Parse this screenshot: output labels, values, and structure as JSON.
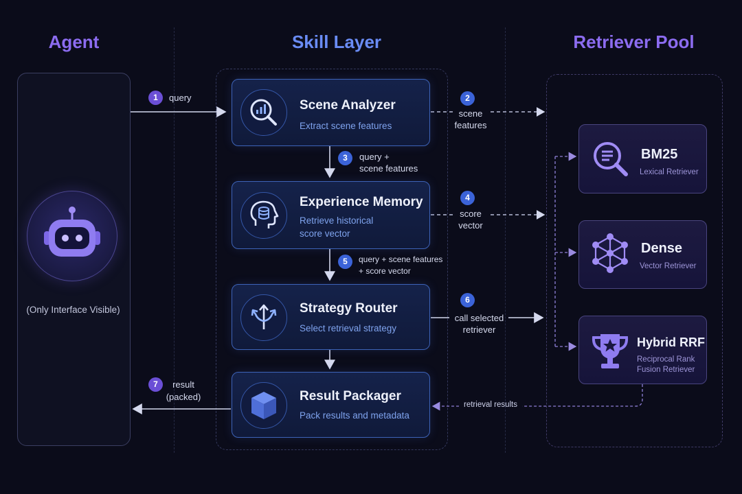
{
  "columns": {
    "agent": "Agent",
    "skill": "Skill Layer",
    "pool": "Retriever Pool"
  },
  "agent": {
    "caption": "(Only Interface Visible)",
    "icon": "robot-icon"
  },
  "skills": [
    {
      "title": "Scene Analyzer",
      "subtitle": "Extract scene features",
      "icon": "magnifier-chart-icon"
    },
    {
      "title": "Experience Memory",
      "subtitle_line1": "Retrieve historical",
      "subtitle_line2": "score vector",
      "icon": "head-database-icon"
    },
    {
      "title": "Strategy Router",
      "subtitle": "Select retrieval strategy",
      "icon": "route-split-icon"
    },
    {
      "title": "Result Packager",
      "subtitle": "Pack results and metadata",
      "icon": "cube-box-icon"
    }
  ],
  "retrievers": [
    {
      "title": "BM25",
      "subtitle": "Lexical Retriever",
      "icon": "document-search-icon"
    },
    {
      "title": "Dense",
      "subtitle": "Vector Retriever",
      "icon": "network-graph-icon"
    },
    {
      "title": "Hybrid RRF",
      "subtitle_line1": "Reciprocal Rank",
      "subtitle_line2": "Fusion Retriever",
      "icon": "trophy-star-icon"
    }
  ],
  "steps": [
    {
      "num": "1",
      "line1": "query"
    },
    {
      "num": "2",
      "line1": "scene",
      "line2": "features"
    },
    {
      "num": "3",
      "line1": "query +",
      "line2": "scene features"
    },
    {
      "num": "4",
      "line1": "score",
      "line2": "vector"
    },
    {
      "num": "5",
      "line1": "query + scene features",
      "line2": "+ score vector"
    },
    {
      "num": "6",
      "line1": "call selected",
      "line2": "retriever"
    },
    {
      "num": "7",
      "line1": "result",
      "line2": "(packed)"
    }
  ],
  "return_label": "retrieval results",
  "colors": {
    "background": "#0b0c1a",
    "agent_accent": "#8c6cf0",
    "skill_accent": "#6a8cf5",
    "skill_border": "#3d63b8",
    "retriever_border": "#4a4580",
    "dashed_arrow": "#8f80d8"
  }
}
